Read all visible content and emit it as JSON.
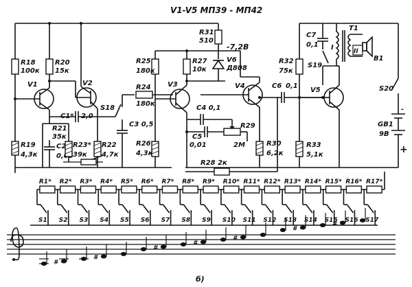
{
  "title": "V1-V5   МП39 - МП42",
  "caption": "б)",
  "supply_label": "-7,2В",
  "labels": {
    "R18": "R18",
    "R18v": "100к",
    "R20": "R20",
    "R20v": "15к",
    "V1": "V1",
    "V2": "V2",
    "C1": "C1*",
    "C1v": "2,0",
    "R21": "R21",
    "R21v": "35к",
    "C2": "C2",
    "C2v": "0,05",
    "R23": "R23*",
    "R23v": "39к",
    "R22": "R22",
    "R22v": "4,7к",
    "R19": "R19",
    "R19v": "4,3к",
    "S18": "S18",
    "R24": "R24",
    "R24v": "180к",
    "C3": "C3 0,5",
    "R25": "R25",
    "R25v": "180к",
    "R26": "R26",
    "R26v": "4,3к",
    "V3": "V3",
    "R31": "R31",
    "R31v": "510",
    "R27": "R27",
    "R27v": "10к",
    "V6": "V6",
    "V6v": "Д808",
    "V4": "V4",
    "C4": "C4 0,1",
    "C5": "C5",
    "C5v": "0,01",
    "R29": "R29",
    "R29v": "2М",
    "R30": "R30",
    "R30v": "6,2к",
    "R28": "R28 2к",
    "C6": "C6",
    "C6v": "0,1",
    "R32": "R32",
    "R32v": "75к",
    "C7": "C7",
    "C7v": "0,1",
    "S19": "S19",
    "T1": "T1",
    "W1": "I",
    "W2": "II",
    "B1": "B1",
    "V5": "V5",
    "R33": "R33",
    "R33v": "5,1к",
    "S20": "S20",
    "GB1": "GB1",
    "GB1v": "9В",
    "plus": "+",
    "minus": "-"
  },
  "key_resistors": [
    "R1*",
    "R2*",
    "R3*",
    "R4*",
    "R5*",
    "R6*",
    "R7*",
    "R8*",
    "R9*",
    "R10*",
    "R11*",
    "R12*",
    "R13*",
    "R14*",
    "R15*",
    "R16*",
    "R17*"
  ],
  "key_switches": [
    "S1",
    "S2",
    "S3",
    "S4",
    "S5",
    "S6",
    "S7",
    "S8",
    "S9",
    "S10",
    "S11",
    "S12",
    "S13",
    "S14",
    "S15",
    "S16",
    "S17"
  ]
}
